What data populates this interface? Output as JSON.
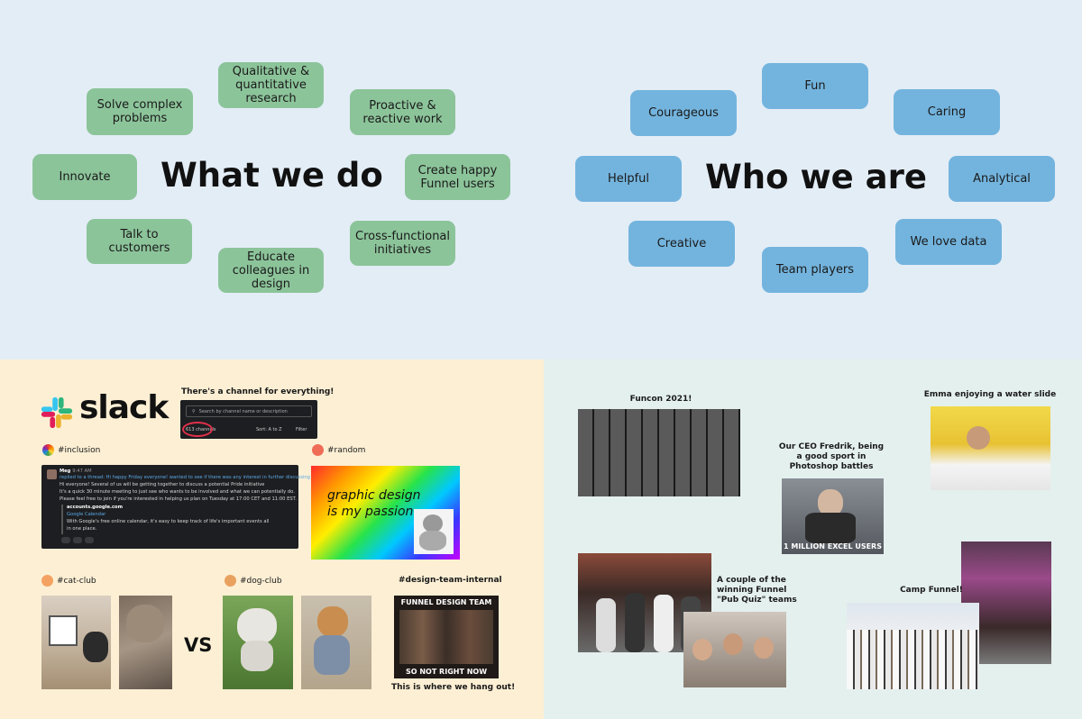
{
  "what_we_do": {
    "title": "What we do",
    "items": [
      "Solve complex problems",
      "Qualitative & quantitative research",
      "Proactive & reactive work",
      "Innovate",
      "Create happy Funnel users",
      "Talk to customers",
      "Educate colleagues in design",
      "Cross-functional initiatives"
    ]
  },
  "who_we_are": {
    "title": "Who we are",
    "items": [
      "Fun",
      "Courageous",
      "Caring",
      "Helpful",
      "Analytical",
      "Creative",
      "We love data",
      "Team players"
    ]
  },
  "slack": {
    "wordmark": "slack",
    "channel_heading": "There's a channel for everything!",
    "search_placeholder": "Search by channel name or description",
    "channel_count": "613 channels",
    "sort_label": "Sort: A to Z",
    "filter_label": "Filter",
    "channels": {
      "inclusion": "#inclusion",
      "random": "#random",
      "cat_club": "#cat-club",
      "dog_club": "#dog-club",
      "design_team": "#design-team-internal"
    },
    "message": {
      "author": "Meg",
      "time": "9:47 AM",
      "thread_line": "replied to a thread: Hi happy Friday everyone! wanted to see if there was any interest in further discussing s...",
      "line1": "Hi everyone! Several of us will be getting together to discuss a potential Pride initiative",
      "line2": "It's a quick 30 minute meeting to just see who wants to be involved and what we can potentially do.",
      "line3": "Please feel free to join if you're interested in helping us plan on Tuesday at 17:00 CET and 11:00 EST.",
      "link_domain": "accounts.google.com",
      "link_title": "Google Calendar",
      "link_desc1": "With Google's free online calendar, it's easy to keep track of life's important events all",
      "link_desc2": "in one place."
    },
    "random_meme_text": "graphic design is my passion.",
    "vs_text": "VS",
    "meme_top": "FUNNEL DESIGN TEAM",
    "meme_bottom": "SO NOT RIGHT NOW",
    "hangout_caption": "This is where we hang out!"
  },
  "photos": {
    "funcon": "Funcon 2021!",
    "emma": "Emma enjoying  a water slide",
    "ceo": "Our CEO Fredrik, being a good sport in Photoshop battles",
    "ceo_meme": "1 MILLION EXCEL USERS",
    "pub_quiz": "A couple of the winning Funnel \"Pub Quiz\" teams",
    "camp": "Camp Funnel!"
  },
  "colors": {
    "green_bubble": "#8cc49a",
    "blue_bubble": "#73b4de",
    "top_bg": "#e3edf6",
    "slack_bg": "#fcefd4",
    "photos_bg": "#e4f0ee"
  }
}
